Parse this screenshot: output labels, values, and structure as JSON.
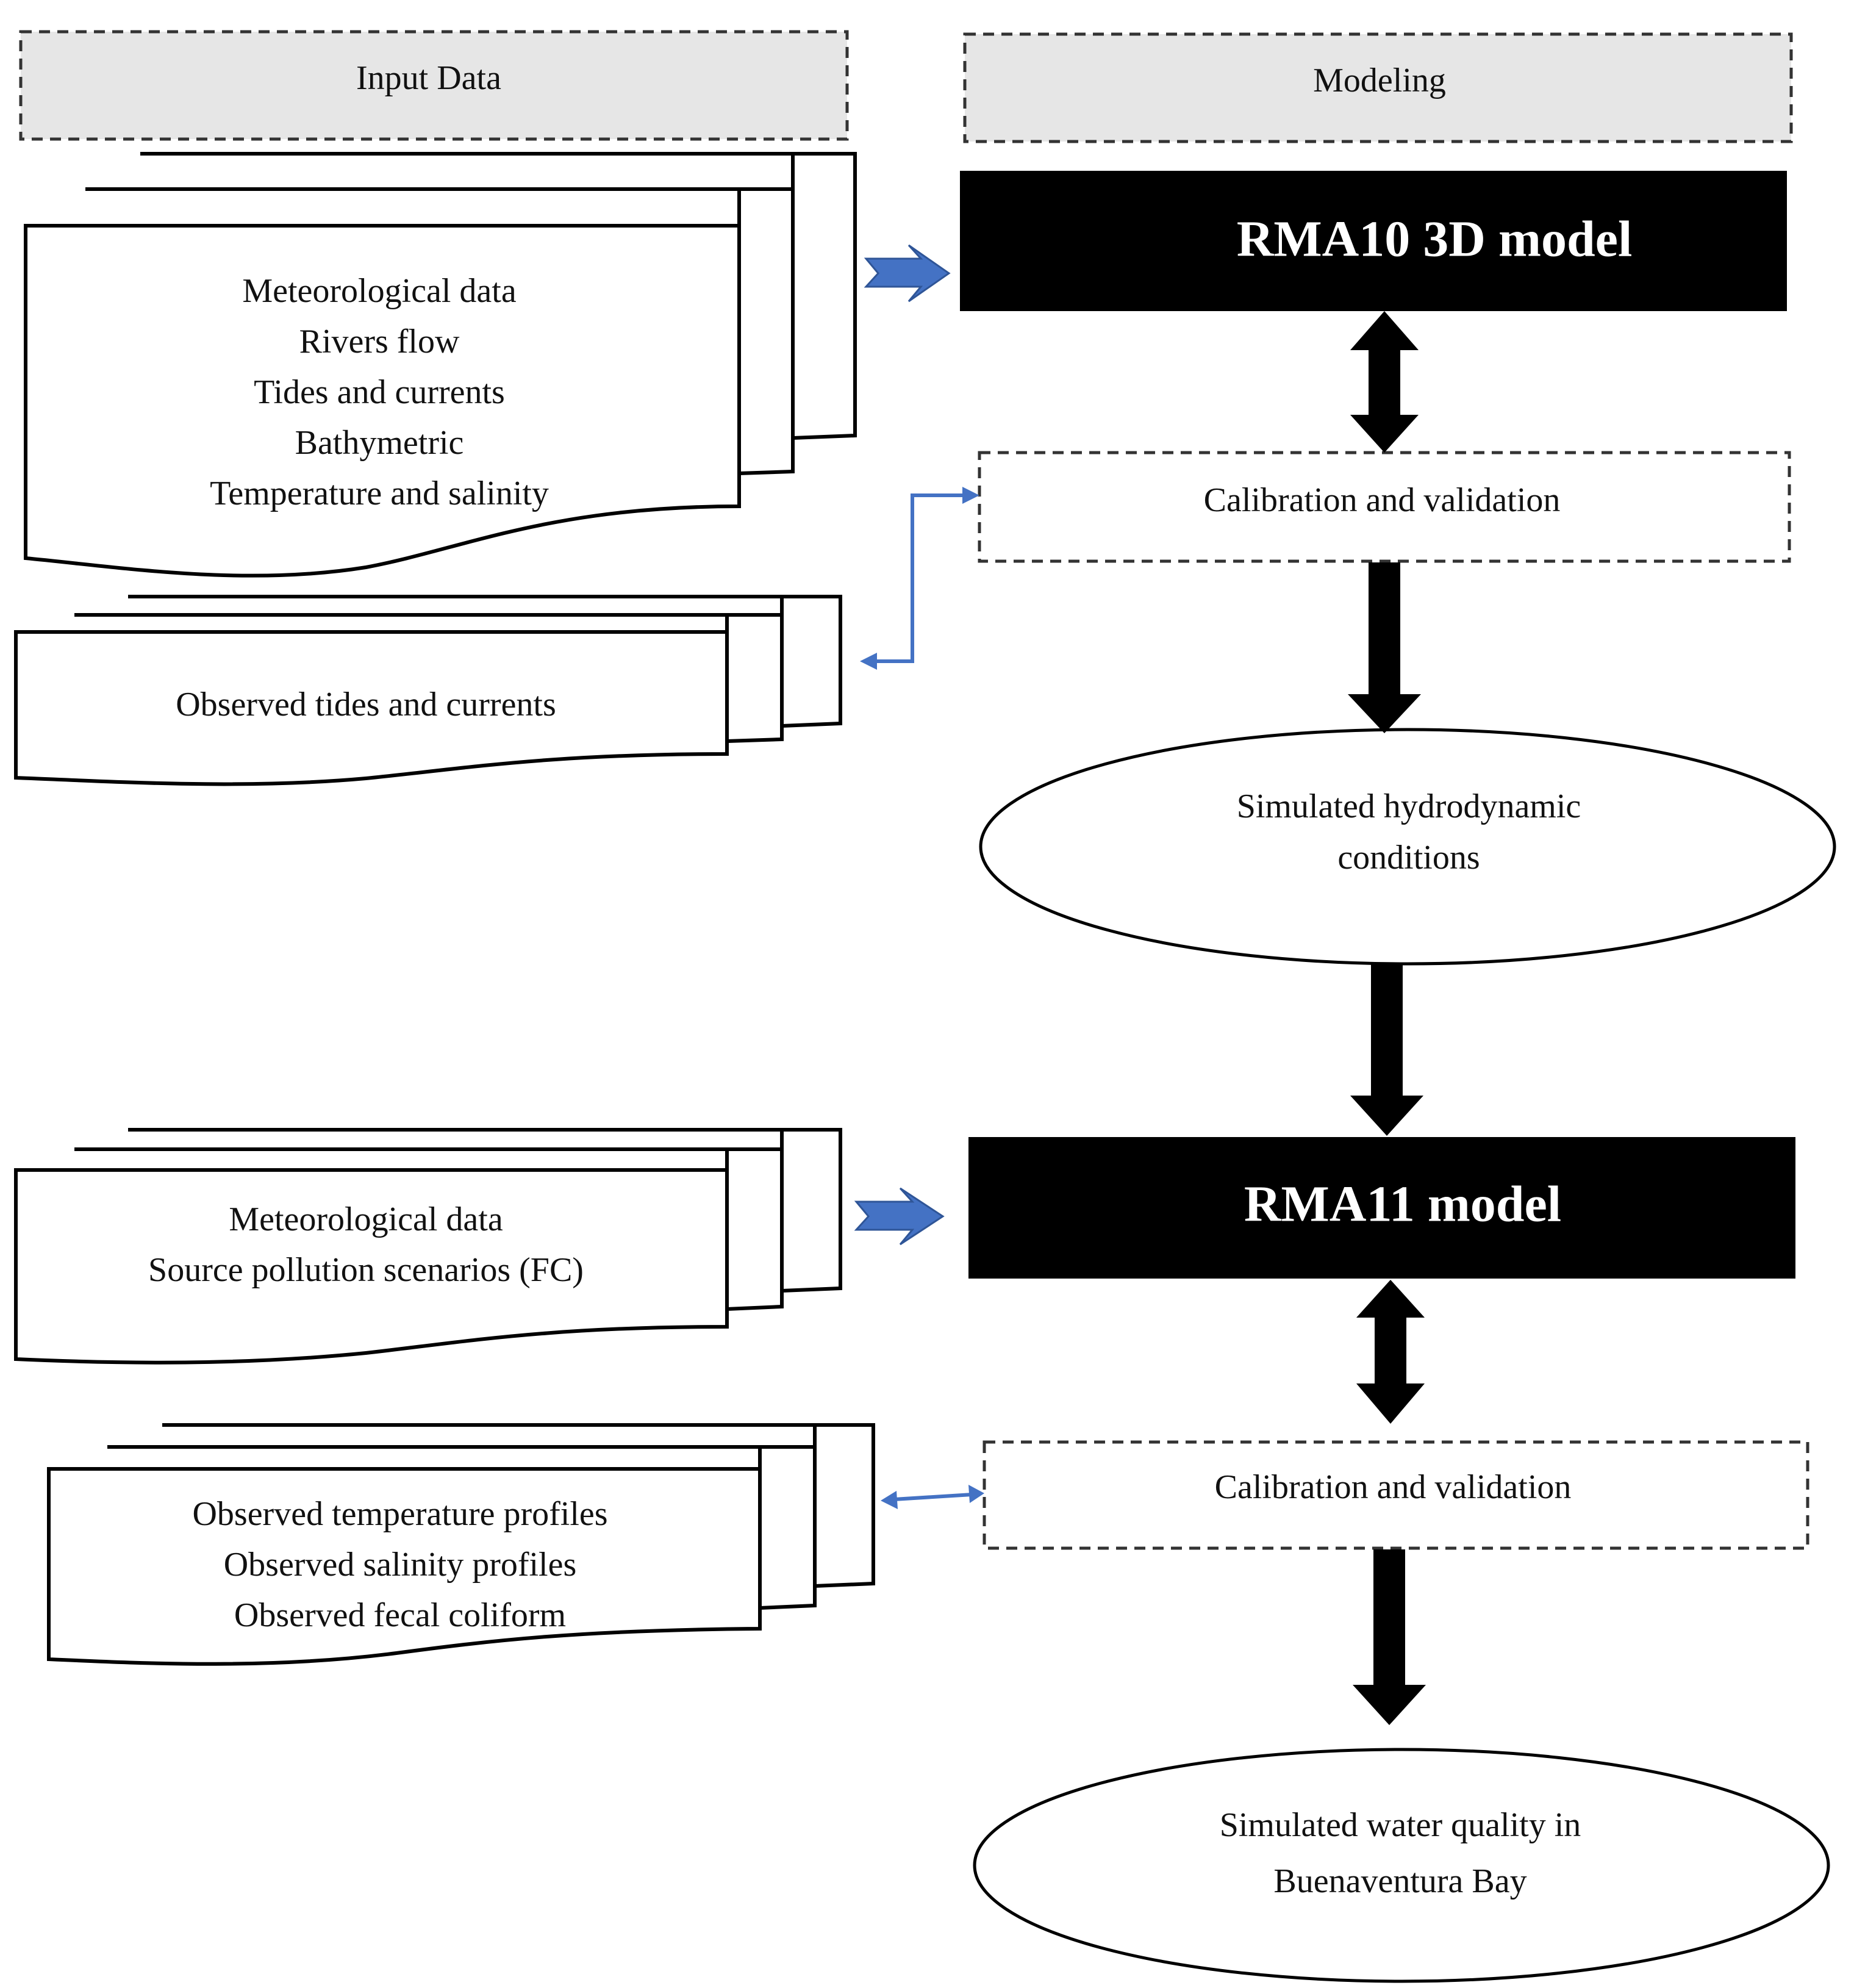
{
  "headers": {
    "input": "Input Data",
    "modeling": "Modeling"
  },
  "inputs": {
    "group1_lines": [
      "Meteorological data",
      "Rivers flow",
      "Tides and currents",
      "Bathymetric",
      "Temperature and salinity"
    ],
    "group2_lines": [
      "Observed tides and currents"
    ],
    "group3_lines": [
      "Meteorological data",
      "Source pollution scenarios (FC)"
    ],
    "group4_lines": [
      "Observed temperature profiles",
      "Observed salinity profiles",
      "Observed fecal coliform"
    ]
  },
  "models": {
    "rma10": "RMA10 3D model",
    "rma11": "RMA11 model"
  },
  "steps": {
    "calibration1": "Calibration and validation",
    "calibration2": "Calibration and validation",
    "sim_hydro_lines": [
      "Simulated hydrodynamic",
      "conditions"
    ],
    "sim_wq_lines": [
      "Simulated water quality in",
      "Buenaventura Bay"
    ]
  },
  "colors": {
    "accent_arrow": "#4472C4",
    "model_box": "#000000",
    "header_fill": "#e6e6e6"
  }
}
